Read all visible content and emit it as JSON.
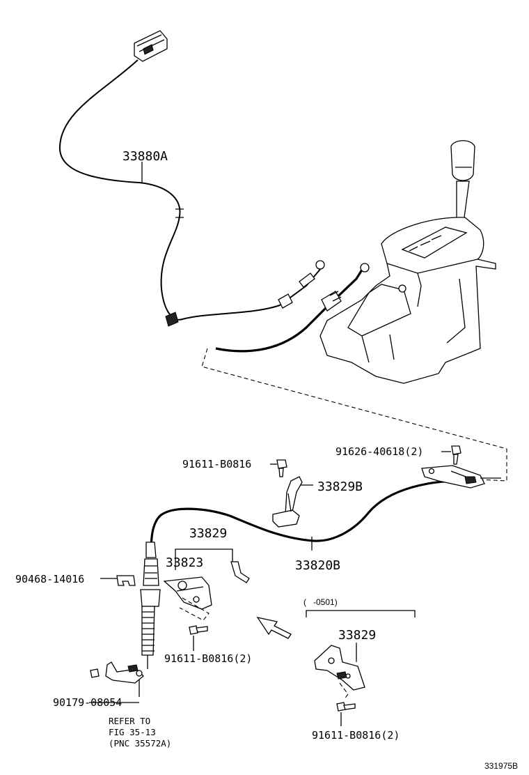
{
  "labels": {
    "p33880A": "33880A",
    "p91626": "91626-40618(2)",
    "p91611_top": "91611-B0816",
    "p33829B": "33829B",
    "p33829": "33829",
    "p33823": "33823",
    "p33820B": "33820B",
    "p90468": "90468-14016",
    "p91611_mid": "91611-B0816(2)",
    "p90179": "90179-08054",
    "range": "(   -0501)",
    "p33829_alt": "33829",
    "p91611_bot": "91611-B0816(2)",
    "ref_line1": "REFER TO",
    "ref_line2": "FIG 35-13",
    "ref_line3": "(PNC 35572A)",
    "figure_code": "331975B"
  }
}
